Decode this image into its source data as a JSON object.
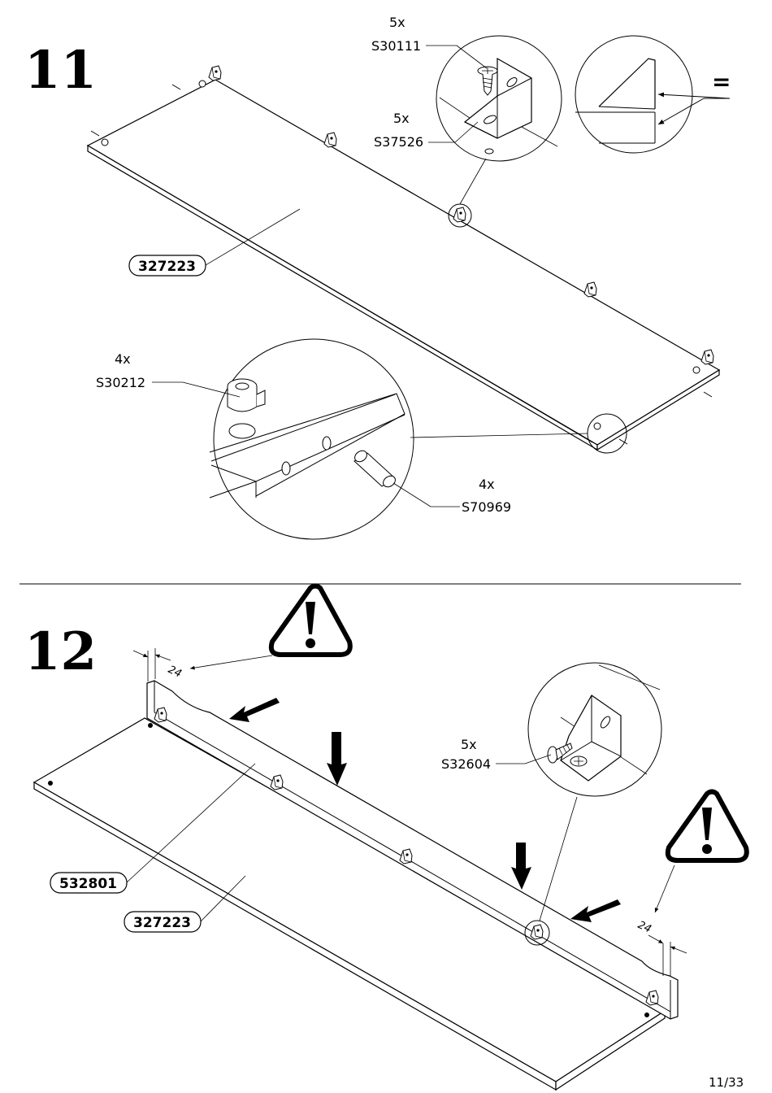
{
  "page": {
    "number": "11/33"
  },
  "step11": {
    "number": "11",
    "parts": {
      "screw": {
        "qty": "5x",
        "code": "S30111"
      },
      "bracket": {
        "qty": "5x",
        "code": "S37526"
      },
      "cam": {
        "qty": "4x",
        "code": "S30212"
      },
      "dowel": {
        "qty": "4x",
        "code": "S70969"
      }
    },
    "panel": "327223",
    "equals_sign": "="
  },
  "step12": {
    "number": "12",
    "dimension_left": "24",
    "dimension_right": "24",
    "parts": {
      "screw": {
        "qty": "5x",
        "code": "S32604"
      }
    },
    "panel_rail": "532801",
    "panel_base": "327223"
  }
}
